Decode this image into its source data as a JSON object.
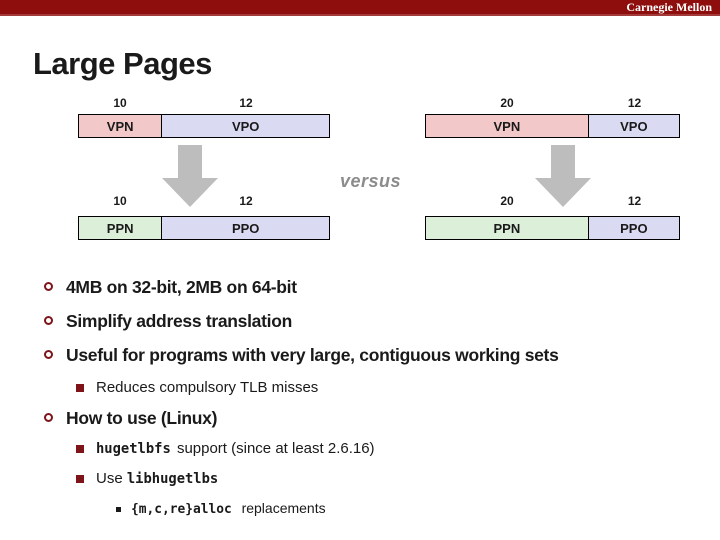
{
  "header": {
    "brand": "Carnegie Mellon"
  },
  "title": "Large Pages",
  "versus_label": "versus",
  "colors": {
    "bar_dark_red": "#8E0E0E",
    "bullet_dark_red": "#7F1418",
    "vpn_pink": "#F2C8C8",
    "vpo_lavender": "#DADAF2",
    "ppn_green": "#DCEFD8",
    "arrow_gray": "#BDBDBD",
    "versus_gray": "#8C8C8C"
  },
  "diagrams": {
    "small_page": {
      "virtual": {
        "fields": [
          {
            "bits": "10",
            "name": "VPN"
          },
          {
            "bits": "12",
            "name": "VPO"
          }
        ]
      },
      "physical": {
        "fields": [
          {
            "bits": "10",
            "name": "PPN"
          },
          {
            "bits": "12",
            "name": "PPO"
          }
        ]
      }
    },
    "large_page": {
      "virtual": {
        "fields": [
          {
            "bits": "20",
            "name": "VPN"
          },
          {
            "bits": "12",
            "name": "VPO"
          }
        ]
      },
      "physical": {
        "fields": [
          {
            "bits": "20",
            "name": "PPN"
          },
          {
            "bits": "12",
            "name": "PPO"
          }
        ]
      }
    }
  },
  "bullets": {
    "b1": "4MB on 32-bit, 2MB on 64-bit",
    "b2": "Simplify address translation",
    "b3": "Useful for programs with very large, contiguous working sets",
    "b3_sub1": "Reduces compulsory TLB misses",
    "b4": "How to use (Linux)",
    "b4_sub1_code": "hugetlbfs",
    "b4_sub1_rest": "support (since at least 2.6.16)",
    "b4_sub2_pre": "Use",
    "b4_sub2_code": "libhugetlbs",
    "b4_sub3_code": "{m,c,re}alloc",
    "b4_sub3_rest": "replacements"
  }
}
